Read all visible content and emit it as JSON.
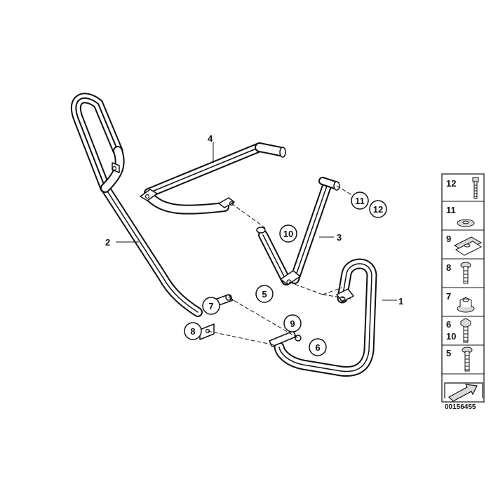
{
  "diagram": {
    "plain_labels": [
      {
        "id": "1",
        "text": "1"
      },
      {
        "id": "2",
        "text": "2"
      },
      {
        "id": "3",
        "text": "3"
      },
      {
        "id": "4",
        "text": "4"
      }
    ],
    "circle_labels": [
      {
        "id": "5",
        "text": "5"
      },
      {
        "id": "6",
        "text": "6"
      },
      {
        "id": "7",
        "text": "7"
      },
      {
        "id": "8",
        "text": "8"
      },
      {
        "id": "9",
        "text": "9"
      },
      {
        "id": "10",
        "text": "10"
      },
      {
        "id": "11",
        "text": "11"
      },
      {
        "id": "12",
        "text": "12"
      }
    ]
  },
  "legend": {
    "rows": [
      {
        "lines": [
          "12"
        ],
        "icon": "long-screw-icon"
      },
      {
        "lines": [
          "11"
        ],
        "icon": "washer-icon"
      },
      {
        "lines": [
          "9"
        ],
        "icon": "clip-nut-icon"
      },
      {
        "lines": [
          "8"
        ],
        "icon": "bolt-icon"
      },
      {
        "lines": [
          "7"
        ],
        "icon": "flange-nut-icon"
      },
      {
        "lines": [
          "6",
          "10"
        ],
        "icon": "hex-bolt-icon"
      },
      {
        "lines": [
          "5"
        ],
        "icon": "screw-icon"
      }
    ],
    "corner_icon": "arrow-icon"
  },
  "part_number": "00156455",
  "colors": {
    "ink": "#111111",
    "shade": "#d9d9d9",
    "bg": "#ffffff"
  }
}
